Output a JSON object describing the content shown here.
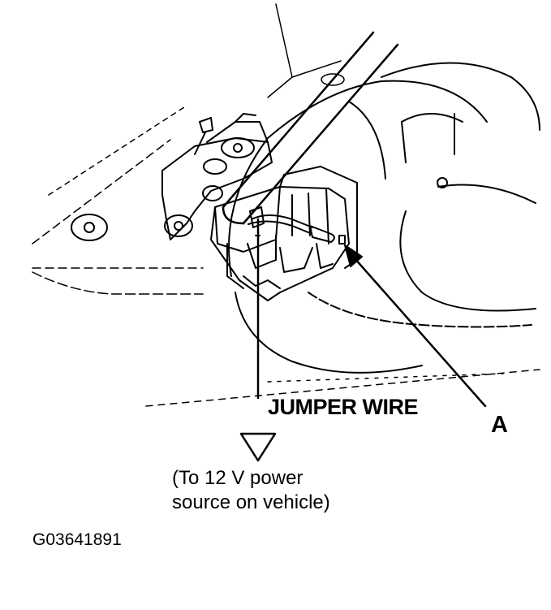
{
  "labels": {
    "jumper_wire": "JUMPER WIRE",
    "callout_a": "A",
    "power_note_line1": "(To 12 V power",
    "power_note_line2": "source on vehicle)",
    "figure_code": "G03641891"
  },
  "colors": {
    "ink": "#000000",
    "paper": "#ffffff"
  },
  "icons": {
    "arrow_down": "down-triangle-arrow",
    "arrow_a": "pointer-arrow"
  }
}
